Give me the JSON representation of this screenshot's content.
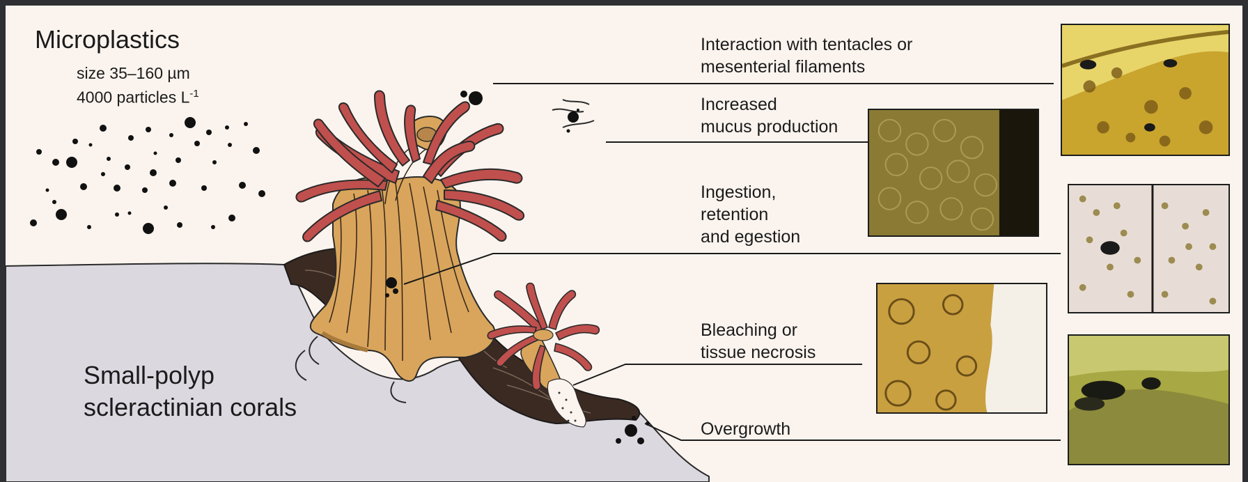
{
  "title": "Microplastics",
  "size_line": "size 35–160 µm",
  "concentration": "4000 particles L",
  "concentration_sup": "-1",
  "coral_label_1": "Small-polyp",
  "coral_label_2": "scleractinian corals",
  "effects": [
    {
      "line1": "Interaction with tentacles or",
      "line2": "mesenterial filaments"
    },
    {
      "line1": "Increased",
      "line2": "mucus production"
    },
    {
      "line1": "Ingestion,",
      "line2": "retention",
      "line3": "and egestion"
    },
    {
      "line1": "Bleaching or",
      "line2": "tissue necrosis"
    },
    {
      "line1": "Overgrowth"
    }
  ],
  "colors": {
    "background": "#fbf4ee",
    "seafloor": "#dcd8e0",
    "tentacle_red": "#c0504d",
    "polyp_tan": "#d9a55c",
    "skeleton_brown": "#3b2a22",
    "particle": "#111111"
  }
}
